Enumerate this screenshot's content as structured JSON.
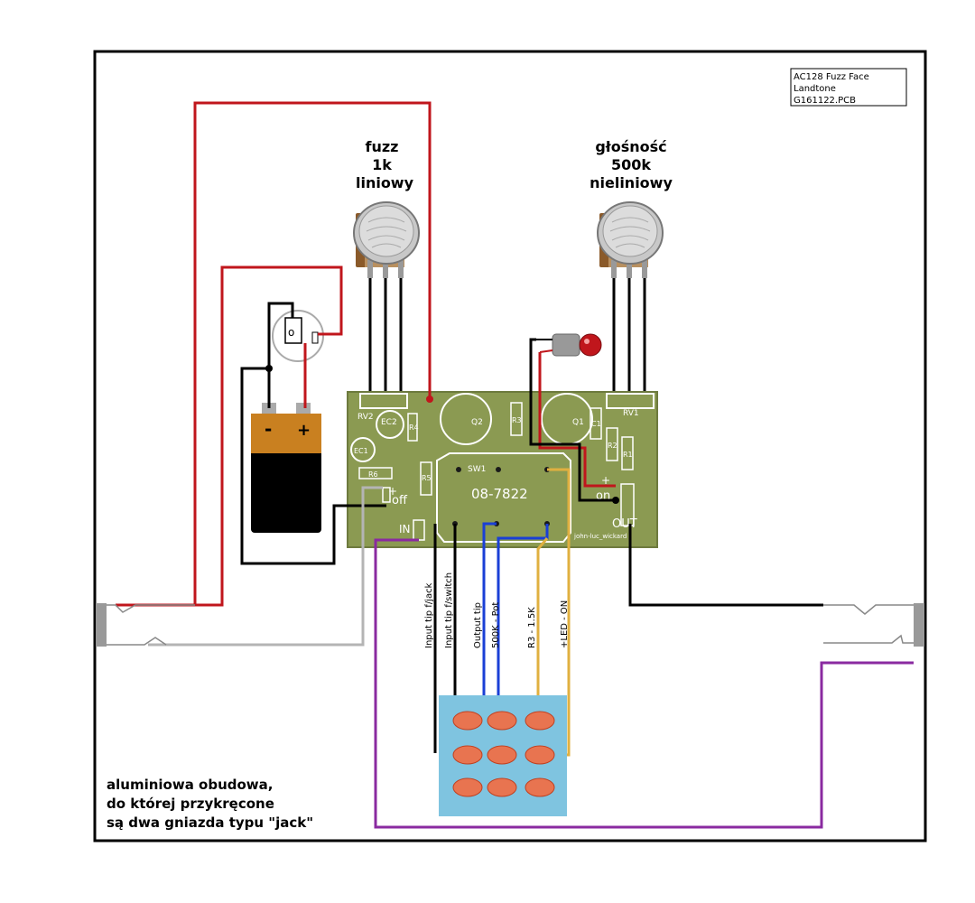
{
  "title_block": {
    "line1": "AC128 Fuzz Face",
    "line2": "Landtone",
    "line3": "G161122.PCB"
  },
  "pots": {
    "fuzz": {
      "line1": "fuzz",
      "line2": "1k",
      "line3": "liniowy"
    },
    "volume": {
      "line1": "głośność",
      "line2": "500k",
      "line3": "nieliniowy"
    }
  },
  "pcb": {
    "rv2": "RV2",
    "rv1": "RV1",
    "ec2": "EC2",
    "ec1": "EC1",
    "r4": "R4",
    "r3": "R3",
    "r5": "R5",
    "r6": "R6",
    "r2": "R2",
    "r1": "R1",
    "c1": "C1",
    "q1": "Q1",
    "q2": "Q2",
    "sw1": "SW1",
    "part_no": "08-7822",
    "in": "IN",
    "out": "OUT",
    "on": "on",
    "off": "off",
    "plus_left": "+",
    "plus_right": "+",
    "author": "john-luc_wickard"
  },
  "battery": {
    "minus": "-",
    "plus": "+"
  },
  "switch_wires": {
    "w1": "Input tip f/jack",
    "w2": "Input tip f/switch",
    "w3": "Output tip",
    "w4": "500K - Pot",
    "w5": "R3 - 1.5K",
    "w6": "+LED - ON"
  },
  "note": {
    "line1": "aluminiowa obudowa,",
    "line2": "do której przykręcone",
    "line3": "są dwa gniazda typu \"jack\""
  },
  "colors": {
    "red_wire": "#c0161c",
    "black_wire": "#000000",
    "gray_wire": "#b4b4b4",
    "purple_wire": "#8a2aa0",
    "blue_wire": "#1a3fd6",
    "yellow_wire": "#e0b040",
    "pcb_green": "#8b9a52",
    "switch_blue": "#7fc4e0"
  }
}
